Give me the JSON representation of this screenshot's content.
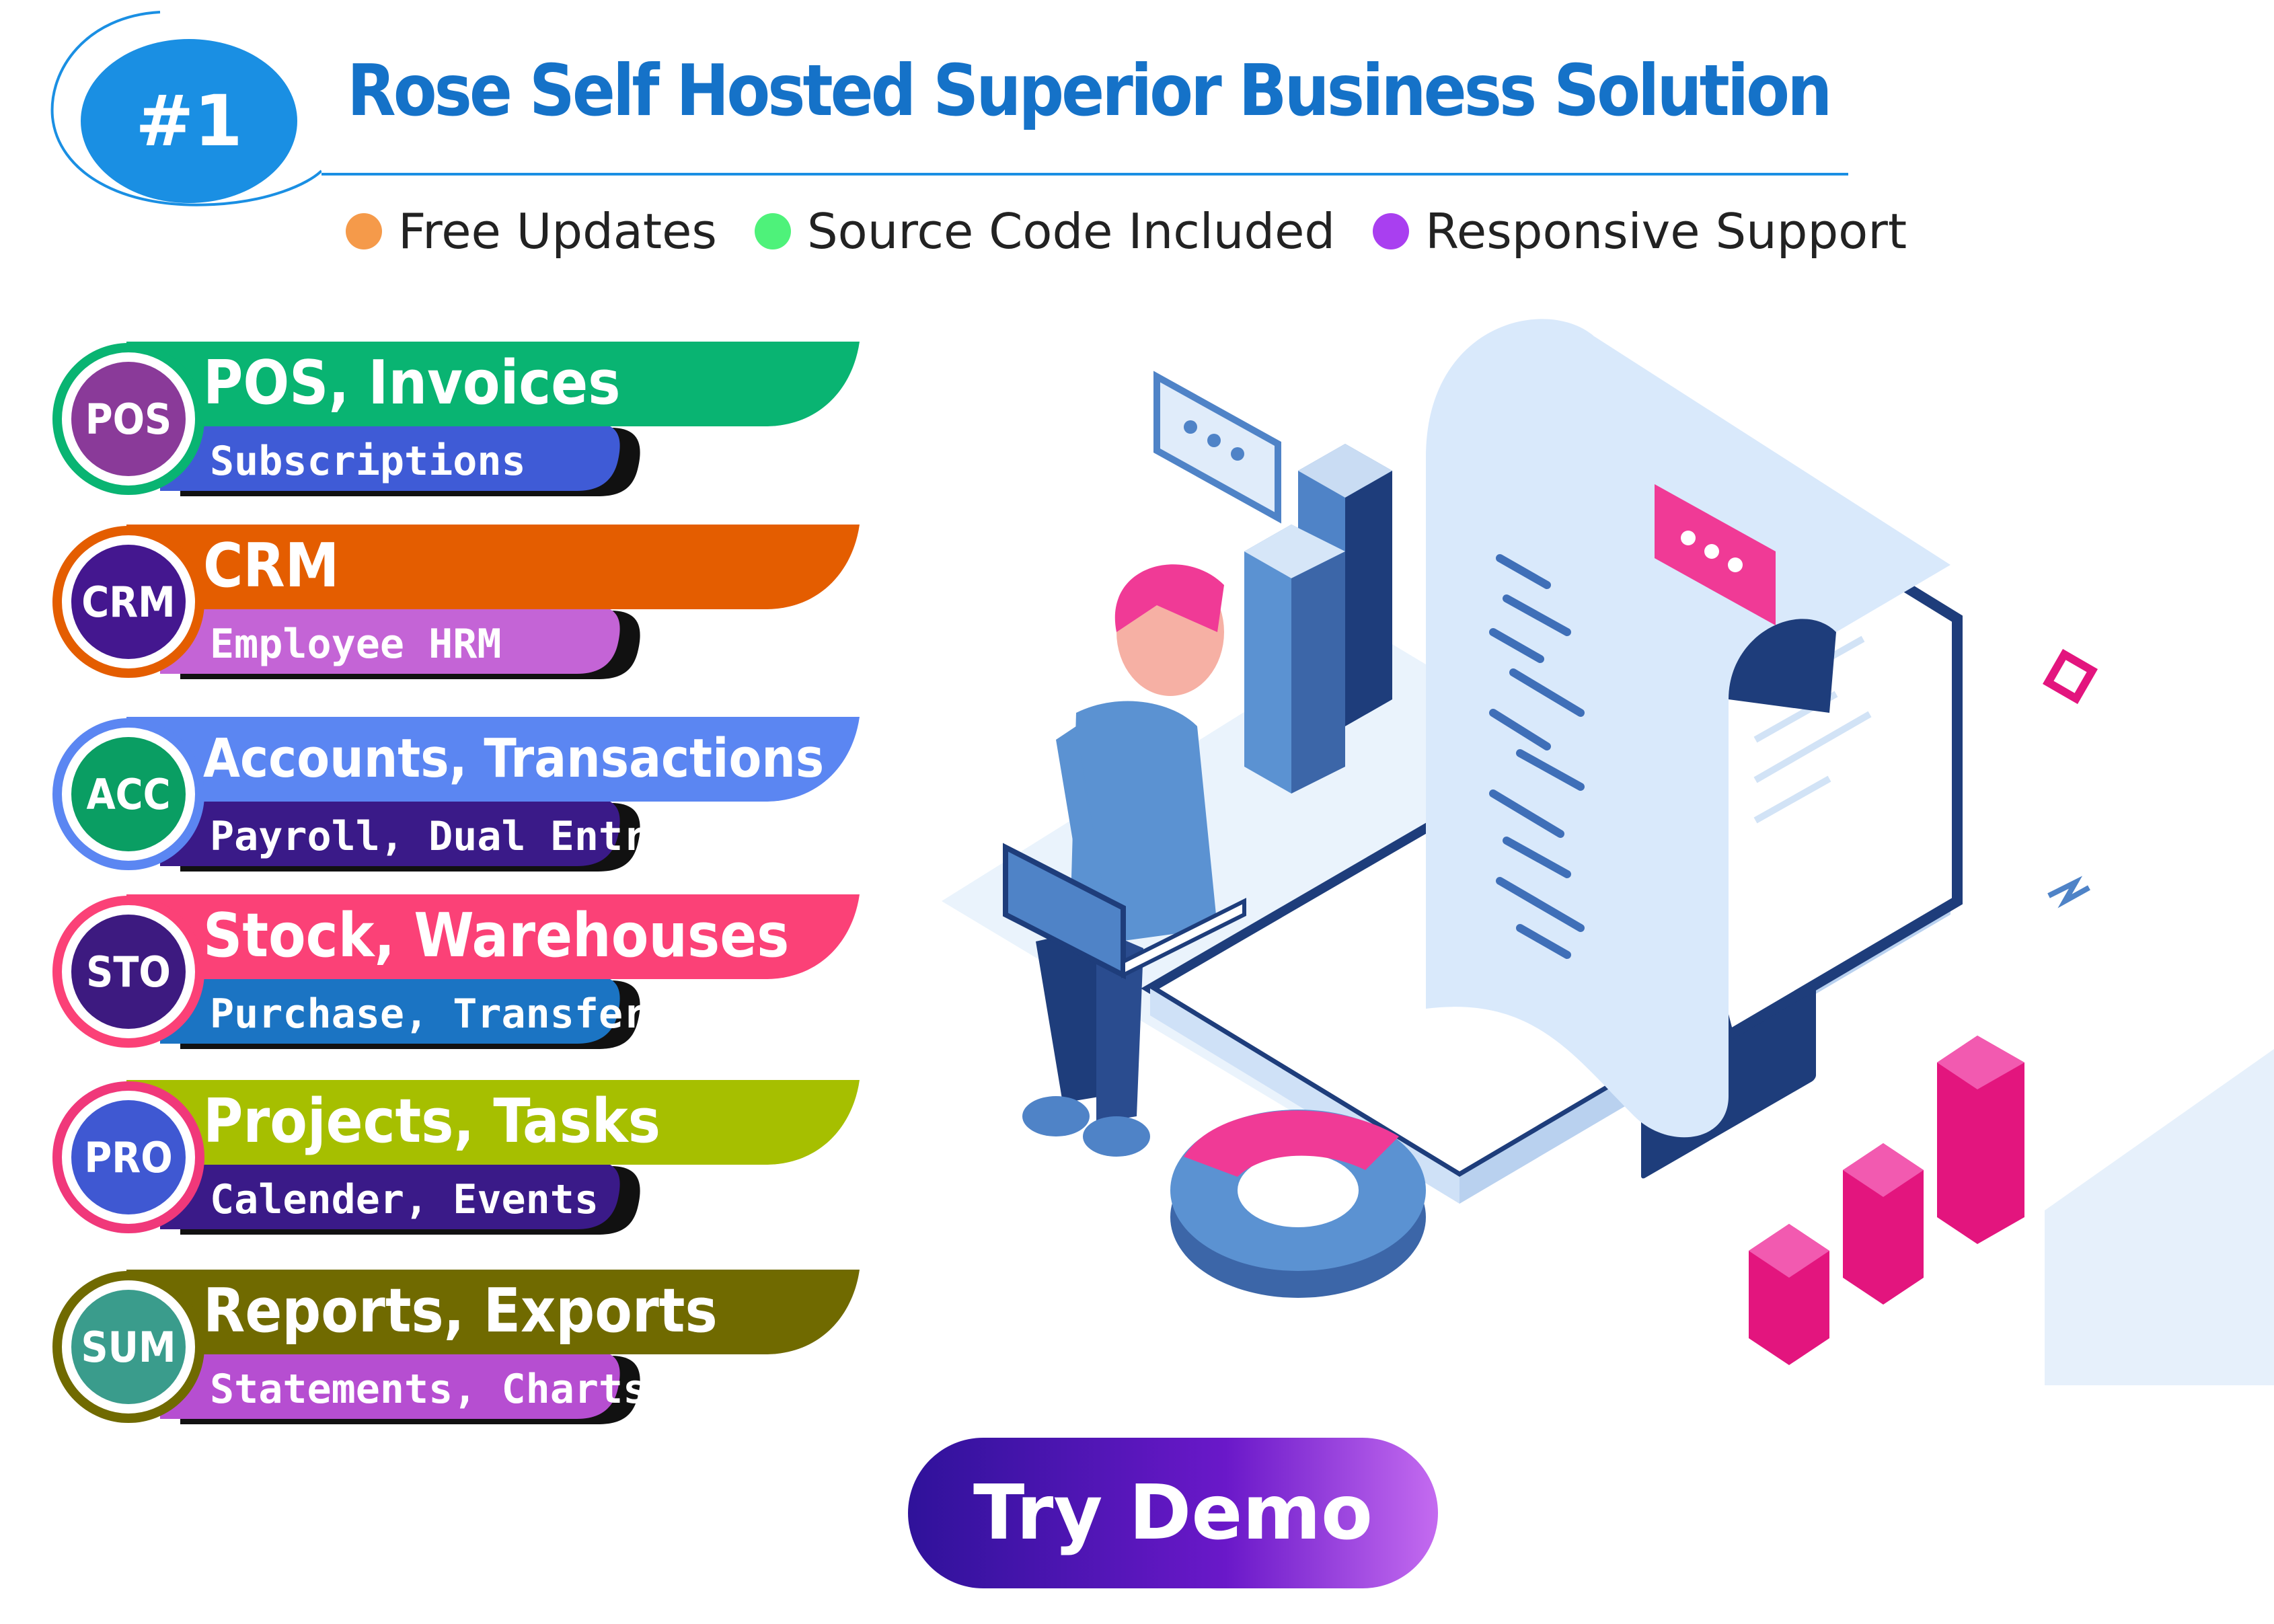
{
  "header": {
    "rank": "#1",
    "title": "Rose Self Hosted Superior Business Solution",
    "features": [
      {
        "label": "Free Updates",
        "color": "#f59a4a"
      },
      {
        "label": "Source Code Included",
        "color": "#4ef27a"
      },
      {
        "label": "Responsive Support",
        "color": "#a93ff0"
      }
    ]
  },
  "modules": [
    {
      "code": "POS",
      "title": "POS, Invoices",
      "subtitle": "Subscriptions",
      "title_color": "#09b472",
      "sub_color": "#3f5bd6",
      "ring_color": "#09b472",
      "circle_color": "#8a3a99"
    },
    {
      "code": "CRM",
      "title": "CRM",
      "subtitle": "Employee HRM",
      "title_color": "#e45d00",
      "sub_color": "#c464d6",
      "ring_color": "#e45d00",
      "circle_color": "#44178f"
    },
    {
      "code": "ACC",
      "title": "Accounts, Transactions",
      "subtitle": "Payroll, Dual Entry",
      "title_color": "#5b86f2",
      "sub_color": "#3a1a88",
      "ring_color": "#5b86f2",
      "circle_color": "#0a9e63"
    },
    {
      "code": "STO",
      "title": "Stock, Warehouses",
      "subtitle": "Purchase, Transfer",
      "title_color": "#fb4177",
      "sub_color": "#1b74c3",
      "ring_color": "#fb4177",
      "circle_color": "#3d1a80"
    },
    {
      "code": "PRO",
      "title": "Projects, Tasks",
      "subtitle": "Calender, Events",
      "title_color": "#a6bf00",
      "sub_color": "#3a1a88",
      "ring_color": "#f0387a",
      "circle_color": "#3f58d2"
    },
    {
      "code": "SUM",
      "title": "Reports, Exports",
      "subtitle": "Statements, Charts",
      "title_color": "#706a00",
      "sub_color": "#b64ed1",
      "ring_color": "#706a00",
      "circle_color": "#3a9c8c"
    }
  ],
  "cta": {
    "label": "Try Demo"
  }
}
